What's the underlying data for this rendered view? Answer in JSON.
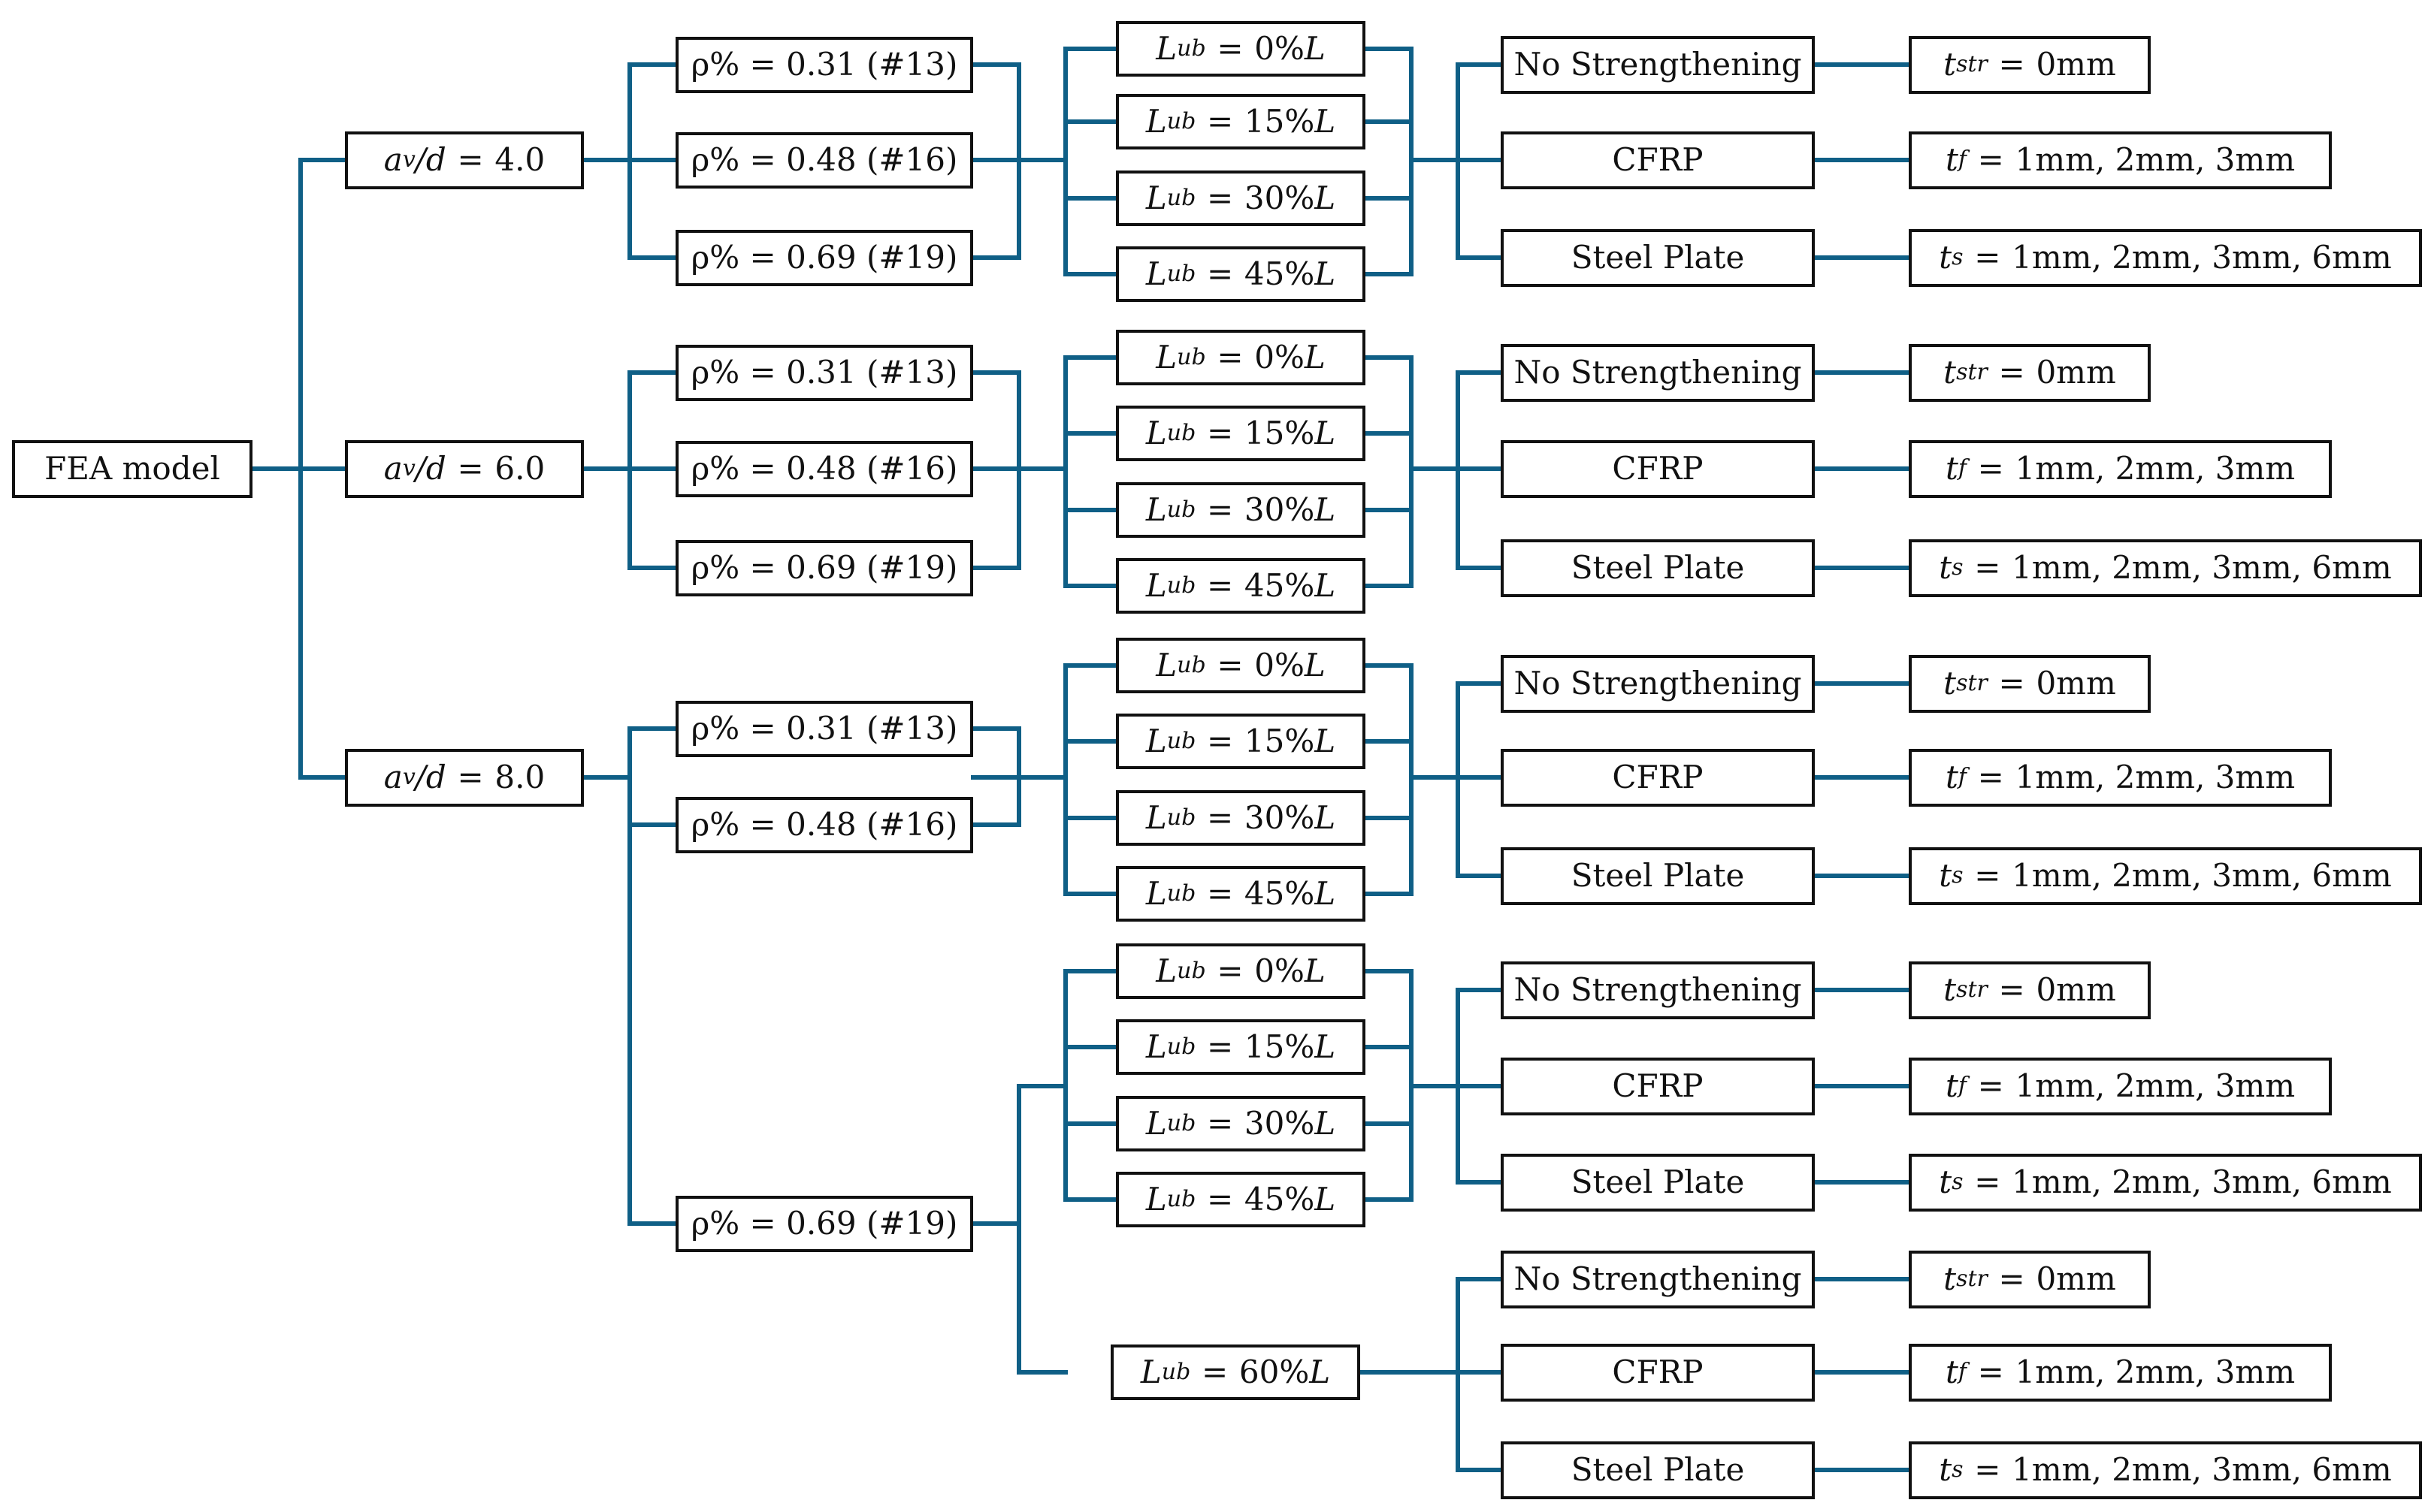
{
  "root": "FEA model",
  "ratio_var": "a",
  "ratio_sub": "v",
  "ratio_den": "/d",
  "eq": "=",
  "ratios": [
    "4.0",
    "6.0",
    "8.0"
  ],
  "rho_labels": [
    "ρ% = 0.31 (#13)",
    "ρ% = 0.48 (#16)",
    "ρ% = 0.69 (#19)"
  ],
  "lub_var": "L",
  "lub_sub": "ub",
  "lub_values": [
    "0%",
    "15%",
    "30%",
    "45%",
    "60%"
  ],
  "lub_suffix": "L",
  "strengthening": [
    "No Strengthening",
    "CFRP",
    "Steel Plate"
  ],
  "thickness": [
    {
      "var": "t",
      "sub": "str",
      "value": "0mm"
    },
    {
      "var": "t",
      "sub": "f",
      "value": "1mm, 2mm, 3mm"
    },
    {
      "var": "t",
      "sub": "s",
      "value": "1mm, 2mm, 3mm, 6mm"
    }
  ],
  "line_color": "#0f5f86",
  "border_color": "#111111"
}
